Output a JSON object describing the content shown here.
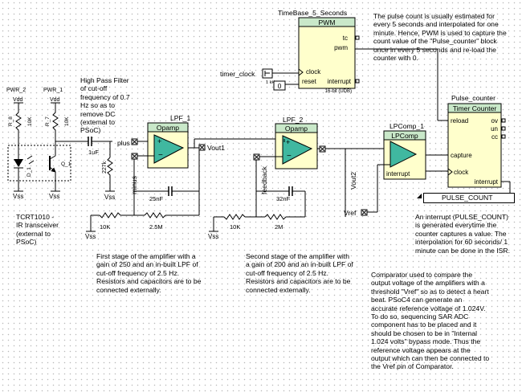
{
  "components": {
    "timebase": {
      "instance": "TimeBase_5_Seconds",
      "type": "PWM",
      "pins": {
        "tc": "tc",
        "pwm": "pwm",
        "clock": "clock",
        "reset": "reset",
        "interrupt": "interrupt"
      },
      "subtitle": "16-bit (UDB)",
      "reset_value": "0",
      "clock_source": "timer_clock",
      "clock_freq": "1 kHz"
    },
    "counter": {
      "instance": "Pulse_counter",
      "type": "Timer Counter",
      "pins": {
        "reload": "reload",
        "ov": "ov",
        "un": "un",
        "cc": "cc",
        "capture": "capture",
        "clock": "clock",
        "interrupt": "interrupt"
      }
    },
    "lpf1": {
      "instance": "LPF_1",
      "type": "Opamp"
    },
    "lpf2": {
      "instance": "LPF_2",
      "type": "Opamp"
    },
    "lpcomp": {
      "instance": "LPComp_1",
      "type": "LPComp",
      "pin": "interrupt"
    },
    "sensor": {
      "pwr2": "PWR_2",
      "pwr1": "PWR_1",
      "vdd": "Vdd",
      "r8": "R_8",
      "r7": "R_7",
      "r8_val": "10K",
      "r7_val": "10K",
      "d1": "D_1",
      "q1": "Q_1",
      "vss": "Vss"
    }
  },
  "labels": {
    "plus": "plus",
    "minus": "minus",
    "feedback": "feedback",
    "vout1": "Vout1",
    "vout2": "Vout2",
    "vref": "Vref",
    "vss": "Vss",
    "c1": "1uF",
    "r_227k": "227k",
    "c_25nf": "25nF",
    "r_25m": "2.5M",
    "c_32nf": "32nF",
    "r_2m": "2M",
    "r_10k_a": "10K",
    "r_10k_b": "10K",
    "pulse_count": "PULSE_COUNT"
  },
  "notes": {
    "top": "The pulse count is usually estimated for\nevery 5 seconds and interpolated for one\nminute. Hence, PWM is used to capture the\ncount value of the \"Pulse_counter\" block\nonce in every 5 seconds and re-load the\ncounter with 0.",
    "hpf": "High Pass Filter\nof cut-off\nfrequency of 0.7\nHz so as to\nremove DC\n(external to\nPSoC)",
    "tcrt": "TCRT1010 -\nIR transceiver\n(external to\nPSoC)",
    "stage1": "First stage of the amplifier with a\ngain of 250 and an in-built LPF of\ncut-off frequency of 2.5 Hz.\nResistors and capacitors are to be\nconnected externally.",
    "stage2": "Second stage of the amplifier with\na gain of 200 and an in-built LPF of\ncut-off frequency of 2.5 Hz.\nResistors and capacitors are to be\nconnected externally.",
    "interrupt": "An interrupt (PULSE_COUNT)\nis generated everytime the\ncounter captures a value. The\ninterpolation for 60 seconds/ 1\nminute can be done in the ISR.",
    "comparator": "Comparator used to compare the\noutput voltage of the amplifiers with a\nthreshold \"Vref\" so as to detect a heart\nbeat. PSoC4 can generate an\naccurate reference voltage of 1.024V.\nTo do so, sequencing SAR ADC\ncomponent has to be placed and it\nshould be chosen to be in \"Internal\n1.024 volts\" bypass mode. Thus the\nreference voltage appears at the\noutput which can then be connected to\nthe Vref pin of Comparator."
  },
  "colors": {
    "block_fill": "#ffffcc",
    "title_fill": "#c9e8c9",
    "opamp_fill": "#40b8a0",
    "wire": "#000000"
  }
}
